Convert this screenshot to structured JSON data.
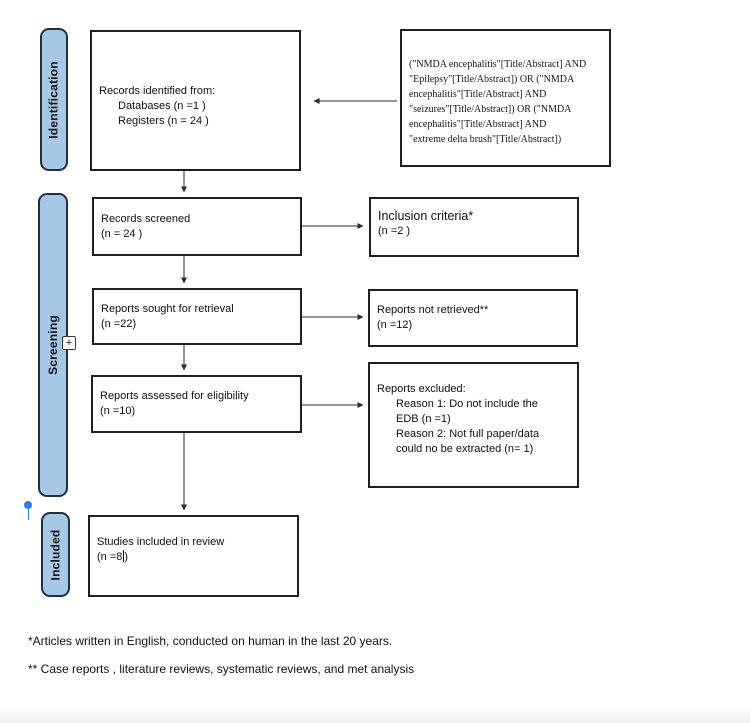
{
  "diagram": {
    "stages": [
      {
        "label": "Identification"
      },
      {
        "label": "Screening"
      },
      {
        "label": "Included"
      }
    ],
    "boxes": {
      "records_identified": {
        "lines": [
          "Records identified from:",
          "Databases (n =1 )",
          "Registers (n = 24 )"
        ]
      },
      "search_query": {
        "lines": [
          "(\"NMDA encephalitis\"[Title/Abstract] AND",
          "\"Epilepsy\"[Title/Abstract]) OR (\"NMDA",
          "encephalitis\"[Title/Abstract] AND",
          "\"seizures\"[Title/Abstract]) OR (\"NMDA",
          "encephalitis\"[Title/Abstract] AND",
          "\"extreme delta brush\"[Title/Abstract])"
        ]
      },
      "records_screened": {
        "lines": [
          "Records screened",
          "(n = 24 )"
        ]
      },
      "inclusion_criteria": {
        "lines": [
          "Inclusion criteria*",
          "(n =2 )"
        ]
      },
      "reports_sought": {
        "lines": [
          "Reports sought for retrieval",
          "(n =22)"
        ]
      },
      "reports_not_retrieved": {
        "lines": [
          "Reports not retrieved**",
          "(n =12)"
        ]
      },
      "reports_assessed": {
        "lines": [
          "Reports assessed for eligibility",
          "(n =10)"
        ]
      },
      "reports_excluded": {
        "lines": [
          "Reports excluded:",
          "Reason 1: Do not include the",
          "EDB (n =1)",
          "Reason 2: Not full paper/data",
          "could no be extracted (n= 1)"
        ]
      },
      "studies_included": {
        "line1": "Studies included in review",
        "count_before_cursor": "(n =8",
        "count_after_cursor": ")"
      }
    },
    "footnotes": [
      "*Articles written in English, conducted on human in the last 20 years.",
      "** Case reports , literature reviews, systematic reviews, and met analysis"
    ],
    "widgets": {
      "expand_button": "+"
    },
    "colors": {
      "stage_pill_fill": "#A7C7E7",
      "stage_pill_border": "#22303E",
      "box_border": "#1F1F1F",
      "arrow_stroke": "#2B2B2B",
      "pin_blue": "#2E7DE9"
    }
  }
}
